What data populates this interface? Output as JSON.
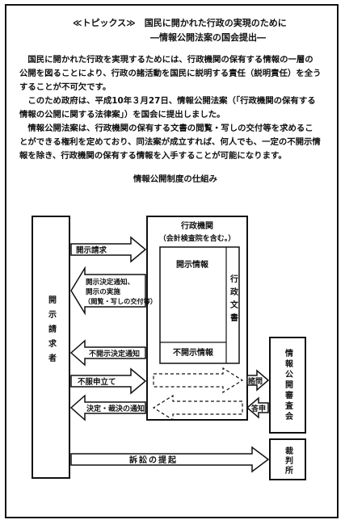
{
  "header": {
    "title": "≪トピックス≫　国民に開かれた行政の実現のために",
    "subtitle": "―情報公開法案の国会提出―"
  },
  "body": {
    "para1": "　国民に開かれた行政を実現するためには、行政機関の保有する情報の一層の公開を図ることにより、行政の諸活動を国民に説明する責任（説明責任）を全うすることが不可欠です。",
    "para2": "　このため政府は、平成10年３月27日、情報公開法案（「行政機関の保有する情報の公開に関する法律案」）を国会に提出しました。",
    "para3": "　情報公開法案は、行政機関の保有する文書の閲覧・写しの交付等を求めることができる権利を定めており、同法案が成立すれば、何人でも、一定の不開示情報を除き、行政機関の保有する情報を入手することが可能になります。"
  },
  "diagram": {
    "title": "情報公開制度の仕組み",
    "requester": "開示請求者",
    "agency_title": "行政機関",
    "agency_subtitle": "（会計検査院を含む。）",
    "disclosed_info": "開示情報",
    "admin_docs": "行政文書",
    "undisclosed_info": "不開示情報",
    "review_board": "情報公開審査会",
    "court": "裁判所",
    "arrow_request": "開示請求",
    "arrow_decision_1": "開示決定通知、",
    "arrow_decision_2": "開示の実施",
    "arrow_decision_3": "（閲覧・写しの交付等）",
    "arrow_nondisclosure": "不開示決定通知",
    "arrow_objection": "不服申立て",
    "arrow_ruling": "決定・裁決の通知",
    "consult": "諮問",
    "report": "答申",
    "lawsuit": "訴訟の提起"
  }
}
